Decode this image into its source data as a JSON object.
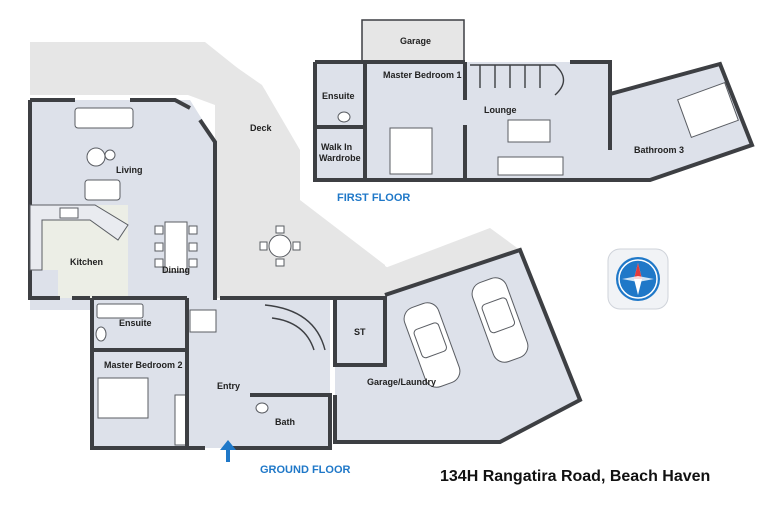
{
  "address": "134H Rangatira Road, Beach Haven",
  "floors": {
    "ground": "GROUND FLOOR",
    "first": "FIRST FLOOR"
  },
  "rooms": {
    "garage": "Garage",
    "master_bedroom_1": "Master Bedroom 1",
    "ensuite_first": "Ensuite",
    "walk_in": "Walk In",
    "wardrobe": "Wardrobe",
    "lounge": "Lounge",
    "bathroom_3": "Bathroom 3",
    "deck": "Deck",
    "living": "Living",
    "kitchen": "Kitchen",
    "dining": "Dining",
    "ensuite_ground": "Ensuite",
    "master_bedroom_2": "Master Bedroom 2",
    "entry": "Entry",
    "st": "ST",
    "bath": "Bath",
    "garage_laundry": "Garage/Laundry"
  },
  "colors": {
    "room_fill": "#dde1ea",
    "deck_fill": "#e6e6e6",
    "kitchen_fill": "#eceee6",
    "wall": "#3d3f43",
    "floor_label": "#1f78c8",
    "entry_arrow": "#1f78c8"
  },
  "icons": {
    "compass": "compass-icon",
    "entry_arrow": "entry-arrow-icon"
  }
}
